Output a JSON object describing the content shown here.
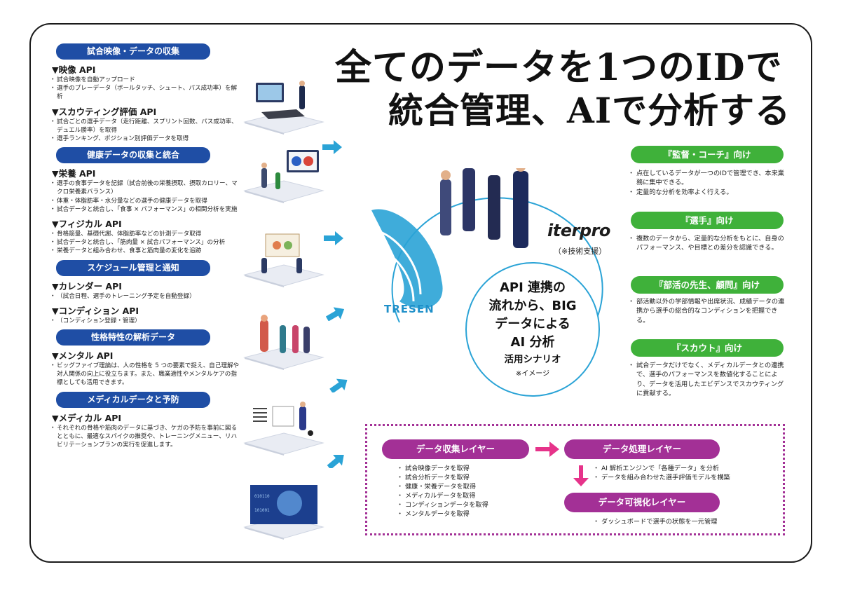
{
  "headline": {
    "line1": "全てのデータを1つのIDで",
    "line2": "統合管理、AIで分析する"
  },
  "sections": [
    {
      "header": "試合映像・データの収集",
      "apis": [
        {
          "title": "▼映像 API",
          "items": [
            "試合映像を自動アップロード",
            "選手のプレーデータ（ボールタッチ、シュート、パス成功率）を解析"
          ]
        },
        {
          "title": "▼スカウティング評価 API",
          "items": [
            "試合ごとの選手データ（走行距離、スプリント回数、パス成功率、デュエル勝率）を取得",
            "選手ランキング、ポジション別評価データを取得"
          ]
        }
      ]
    },
    {
      "header": "健康データの収集と統合",
      "apis": [
        {
          "title": "▼栄養 API",
          "items": [
            "選手の食事データを記録（試合前後の栄養摂取、摂取カロリー、マクロ栄養素バランス）",
            "体重・体脂肪率・水分量などの選手の健康データを取得",
            "試合データと統合し、「食事 × パフォーマンス」の相関分析を実施"
          ]
        },
        {
          "title": "▼フィジカル API",
          "items": [
            "骨格筋量、基礎代謝、体脂肪率などの計測データ取得",
            "試合データと統合し、「筋肉量 × 試合パフォーマンス」の分析",
            "栄養データと組み合わせ、食事と筋肉量の変化を追跡"
          ]
        }
      ]
    },
    {
      "header": "スケジュール管理と通知",
      "apis": [
        {
          "title": "▼カレンダー API",
          "items": [
            "（試合日程、選手のトレーニング予定を自動登録）"
          ]
        },
        {
          "title": "▼コンディション API",
          "items": [
            "（コンディション登録・管理）"
          ]
        }
      ]
    },
    {
      "header": "性格特性の解析データ",
      "apis": [
        {
          "title": "▼メンタル API",
          "items": [
            "ビッグファイブ理論は、人の性格を 5 つの要素で捉え、自己理解や対人関係の向上に役立ちます。また、職業適性やメンタルケアの指標としても活用できます。"
          ]
        }
      ]
    },
    {
      "header": "メディカルデータと予防",
      "apis": [
        {
          "title": "▼メディカル API",
          "items": [
            "それぞれの骨格や筋肉のデータに基づき、ケガの予防を事前に図るとともに、最適なスパイクの推奨や、トレーニングメニュー、リハビリテーションプランの実行を促進します。"
          ]
        }
      ]
    }
  ],
  "audiences": [
    {
      "header": "『監督・コーチ』向け",
      "items": [
        "点在しているデータが一つのIDで管理でき、本来業務に集中できる。",
        "定量的な分析を効率よく行える。"
      ]
    },
    {
      "header": "『選手』向け",
      "items": [
        "複数のデータから、定量的な分析をもとに、自身のパフォーマンス、や目標との差分を認識できる。"
      ]
    },
    {
      "header": "『部活の先生、顧問』向け",
      "items": [
        "部活動以外の学部情報や出席状況、成績データの連携から選手の総合的なコンディションを把握できる。"
      ]
    },
    {
      "header": "『スカウト』向け",
      "items": [
        "試合データだけでなく、メディカルデータとの連携で、選手のパフォーマンスを数値化することにより、データを活用したエビデンスでスカウティングに貢献する。"
      ]
    }
  ],
  "center": {
    "line1": "API 連携の",
    "line2": "流れから、BIG",
    "line3": "データによる",
    "line4": "AI 分析",
    "line5": "活用シナリオ",
    "note": "※イメージ"
  },
  "logos": {
    "tresen": "TRESEN",
    "iterpro": "iterpro",
    "iterpro_note": "（※技術支援）"
  },
  "layers": {
    "collect": {
      "label": "データ収集レイヤー",
      "items": [
        "試合映像データを取得",
        "試合分析データを取得",
        "健康・栄養データを取得",
        "メディカルデータを取得",
        "コンディションデータを取得",
        "メンタルデータを取得"
      ]
    },
    "process": {
      "label": "データ処理レイヤー",
      "items": [
        "AI 解析エンジンで「各種データ」を分析",
        "データを組み合わせた選手評価モデルを構築"
      ]
    },
    "visual": {
      "label": "データ可視化レイヤー",
      "items": [
        "ダッシュボードで選手の状態を一元管理"
      ]
    }
  },
  "colors": {
    "section_blue": "#1f4ea5",
    "audience_green": "#3fb13a",
    "layer_purple": "#a33096",
    "arrow_pink": "#e6338a",
    "wing_blue": "#2aa3d6"
  }
}
